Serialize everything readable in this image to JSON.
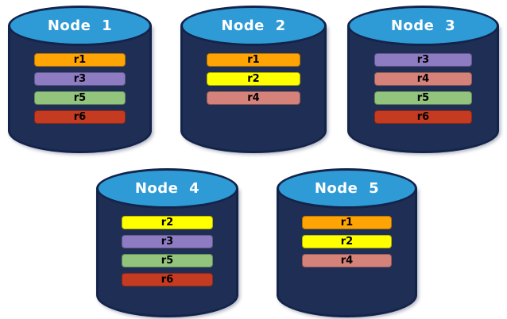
{
  "diagram": {
    "description": "replica-distribution-across-nodes",
    "nodes": [
      {
        "label": "Node 1",
        "replicas": [
          "r1",
          "r3",
          "r5",
          "r6"
        ]
      },
      {
        "label": "Node 2",
        "replicas": [
          "r1",
          "r2",
          "r4"
        ]
      },
      {
        "label": "Node 3",
        "replicas": [
          "r3",
          "r4",
          "r5",
          "r6"
        ]
      },
      {
        "label": "Node 4",
        "replicas": [
          "r2",
          "r3",
          "r5",
          "r6"
        ]
      },
      {
        "label": "Node 5",
        "replicas": [
          "r1",
          "r2",
          "r4"
        ]
      }
    ],
    "replica_colors": {
      "r1": "#FFA405",
      "r2": "#FFFF00",
      "r3": "#8E7CC3",
      "r4": "#D5827A",
      "r5": "#93C47D",
      "r6": "#C43B21"
    },
    "colors": {
      "cylinder_body": "#1F2E54",
      "cylinder_border": "#13234A",
      "cylinder_top": "#2E9BD6",
      "node_label_text": "#FFFFFF",
      "replica_label_text": "#000000",
      "page_background": "#FFFFFF"
    }
  }
}
